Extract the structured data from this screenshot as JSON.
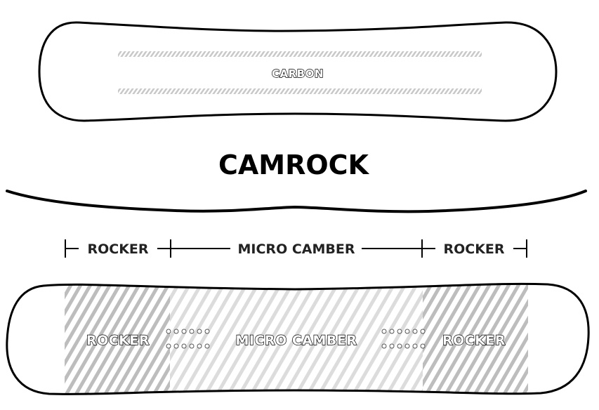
{
  "top_board": {
    "label": "CARBON"
  },
  "title": "CAMROCK",
  "profile": {
    "zones": [
      {
        "label": "ROCKER"
      },
      {
        "label": "MICRO CAMBER"
      },
      {
        "label": "ROCKER"
      }
    ]
  },
  "bottom_board": {
    "labels": {
      "left": "ROCKER",
      "center": "MICRO CAMBER",
      "right": "ROCKER"
    }
  },
  "colors": {
    "outline": "#000000",
    "hatch": "#c8c8c8",
    "hatch_dark": "#b4b4b4",
    "background": "#ffffff"
  }
}
